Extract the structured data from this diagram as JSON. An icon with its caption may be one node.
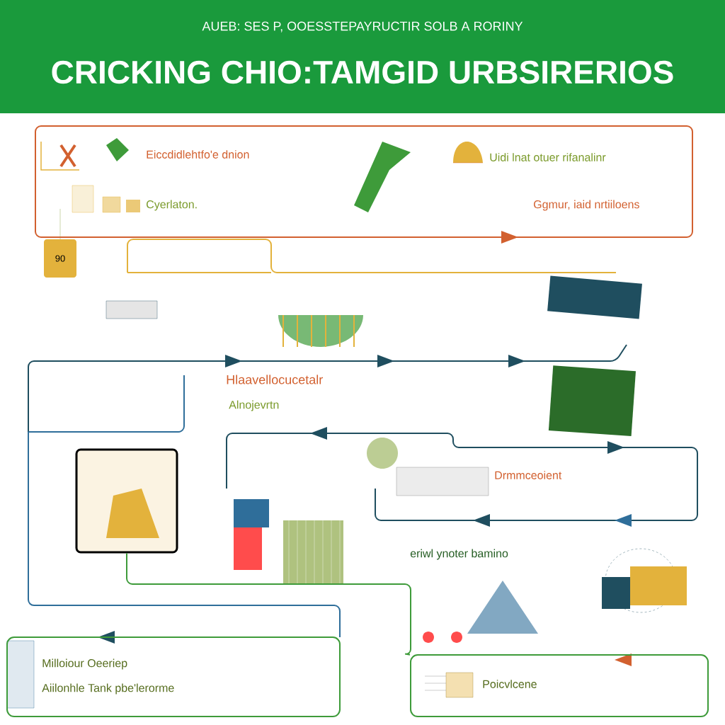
{
  "diagram": {
    "title": "CRICKING CHIO:TAMGID URBSIRERIOS",
    "nodes": [
      {
        "text": [
          "Eiccdidlehtfo'e dnion",
          "Uidi lnat otuer rifanalinr",
          "Cyerlaton.",
          "Ggmur, iaid nrtiiloens"
        ]
      },
      {
        "text": [
          "Milloiour Oeeriep",
          "Aiilonhle Tank pbe'lerorme"
        ]
      },
      {
        "text": [
          "Poicvlcene"
        ]
      },
      {
        "text": [],
        "shape": "picture"
      }
    ],
    "edges": [
      {
        "from": 3,
        "to": 2,
        "arrow": "none"
      }
    ],
    "labels": [
      "AUEB: SES P, OOESSTEPAYRUCTIR SOLB A RORINY",
      "90",
      "Hlaavellocucetalr",
      "Alnojevrtn",
      "Drmmceoient",
      "eriwl ynoter bamino"
    ]
  }
}
